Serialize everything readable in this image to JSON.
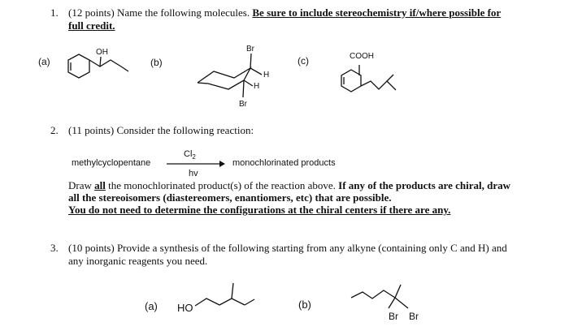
{
  "q1": {
    "num": "1.",
    "points": "(12 points) Name the following molecules.",
    "underlined_1": "Be sure to include stereochemistry if/where possible for",
    "underlined_2": "full credit.",
    "parts": {
      "a": {
        "label": "(a)",
        "atom_oh": "OH"
      },
      "b": {
        "label": "(b)",
        "atom_br_top": "Br",
        "atom_h_1": "H",
        "atom_h_2": "H",
        "atom_br_bottom": "Br"
      },
      "c": {
        "label": "(c)",
        "atom_cooh": "COOH"
      }
    }
  },
  "q2": {
    "num": "2.",
    "text": "(11 points) Consider the following reaction:",
    "reactant": "methylcyclopentane",
    "reagent_top": "Cl",
    "reagent_sub": "2",
    "reagent_bottom": "hv",
    "product": "monochlorinated products",
    "line1_pre": "Draw ",
    "line1_all": "all",
    "line1_mid": " the monochlorinated product(s) of the reaction above. ",
    "line1_bold": "If any of the products are chiral, draw",
    "line2_bold": "all the stereoisomers (diastereomers, enantiomers, etc) that are possible.",
    "line3_underline": "You do not need to determine the configurations at the chiral centers if there are any."
  },
  "q3": {
    "num": "3.",
    "line1": "(10 points) Provide a synthesis of the following starting from any alkyne (containing only C and H) and",
    "line2": "any inorganic reagents you need.",
    "parts": {
      "a": {
        "label": "(a)",
        "atom_ho": "HO"
      },
      "b": {
        "label": "(b)",
        "atom_br1": "Br",
        "atom_br2": "Br"
      }
    }
  }
}
